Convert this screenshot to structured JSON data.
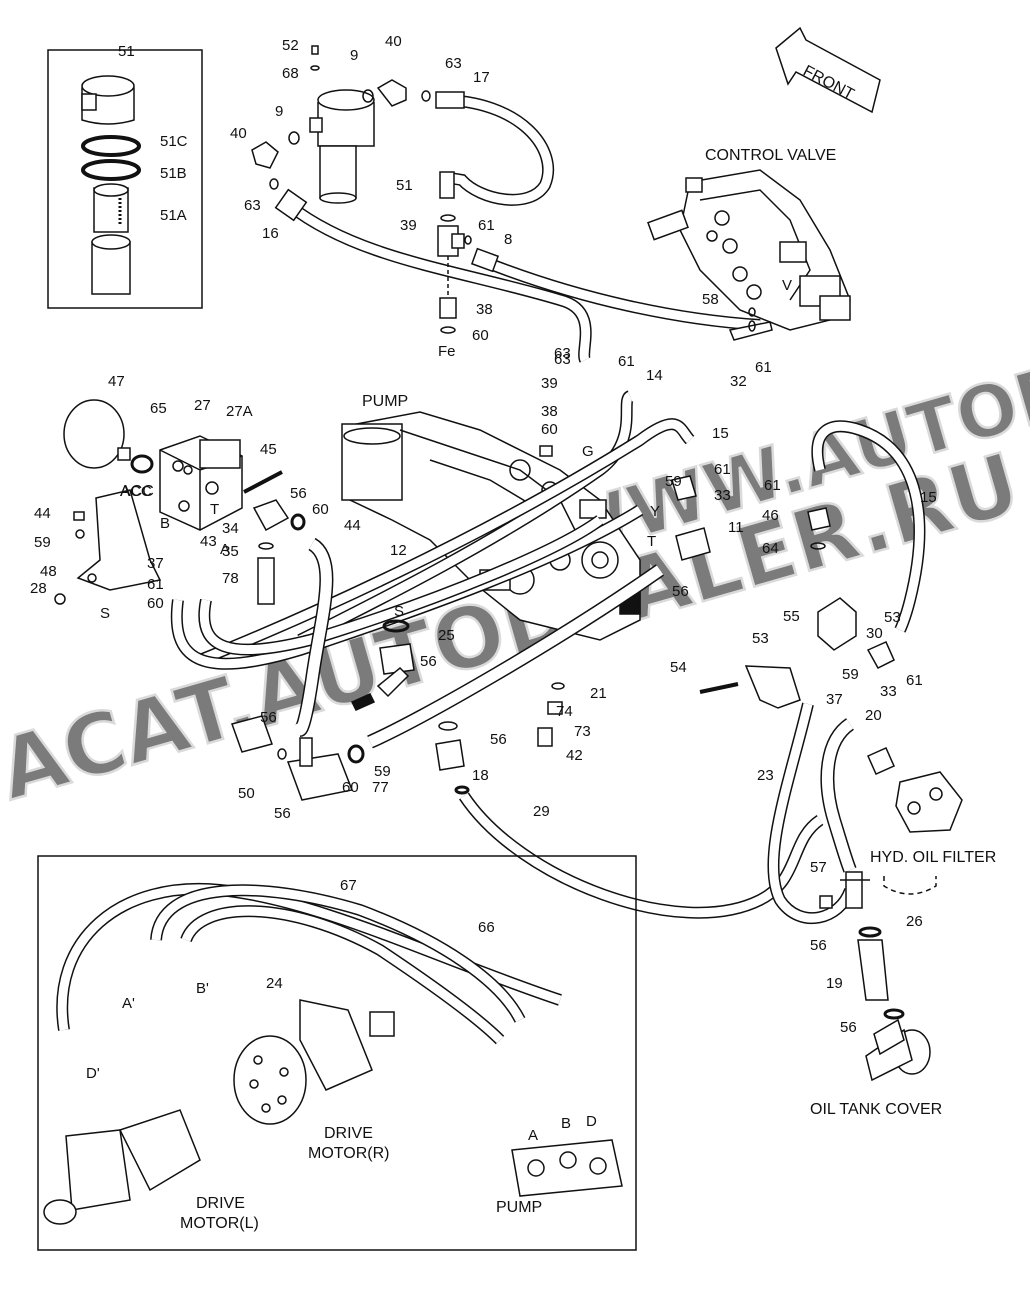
{
  "captions": {
    "control_valve": "CONTROL VALVE",
    "pump_top": "PUMP",
    "front": "FRONT",
    "acc": "ACC",
    "hyd_oil_filter": "HYD. OIL FILTER",
    "oil_tank_cover": "OIL TANK COVER",
    "drive_motor_r_1": "DRIVE",
    "drive_motor_r_2": "MOTOR(R)",
    "drive_motor_l_1": "DRIVE",
    "drive_motor_l_2": "MOTOR(L)",
    "pump_bottom": "PUMP"
  },
  "watermark": {
    "text_upper": "WWW.AUTODEALER.RU",
    "text_lower": "ACAT.AUTODEALER.RU",
    "color": "#c8c8c8"
  },
  "colors": {
    "line": "#111111",
    "hose_fill": "#ffffff",
    "shade": "#888888"
  },
  "part_labels": [
    "51",
    "52",
    "68",
    "9",
    "40",
    "63",
    "17",
    "9",
    "40",
    "51C",
    "51B",
    "51A",
    "51",
    "63",
    "16",
    "39",
    "61",
    "8",
    "63",
    "38",
    "60",
    "Fe",
    "63",
    "61",
    "39",
    "14",
    "38",
    "60",
    "G",
    "15",
    "61",
    "33",
    "59",
    "Y",
    "11",
    "T",
    "56",
    "58",
    "V",
    "32",
    "61",
    "61",
    "46",
    "64",
    "15",
    "47",
    "65",
    "27",
    "27A",
    "45",
    "ACC",
    "T",
    "34",
    "56",
    "60",
    "A",
    "B",
    "43",
    "44",
    "59",
    "37",
    "61",
    "60",
    "35",
    "78",
    "44",
    "48",
    "28",
    "S",
    "12",
    "S",
    "25",
    "56",
    "56",
    "60",
    "50",
    "56",
    "77",
    "59",
    "21",
    "74",
    "73",
    "42",
    "56",
    "18",
    "29",
    "55",
    "53",
    "30",
    "53",
    "59",
    "54",
    "37",
    "33",
    "61",
    "20",
    "23",
    "57",
    "26",
    "56",
    "19",
    "56",
    "67",
    "66",
    "24",
    "A'",
    "B'",
    "D'",
    "A",
    "B",
    "D"
  ]
}
